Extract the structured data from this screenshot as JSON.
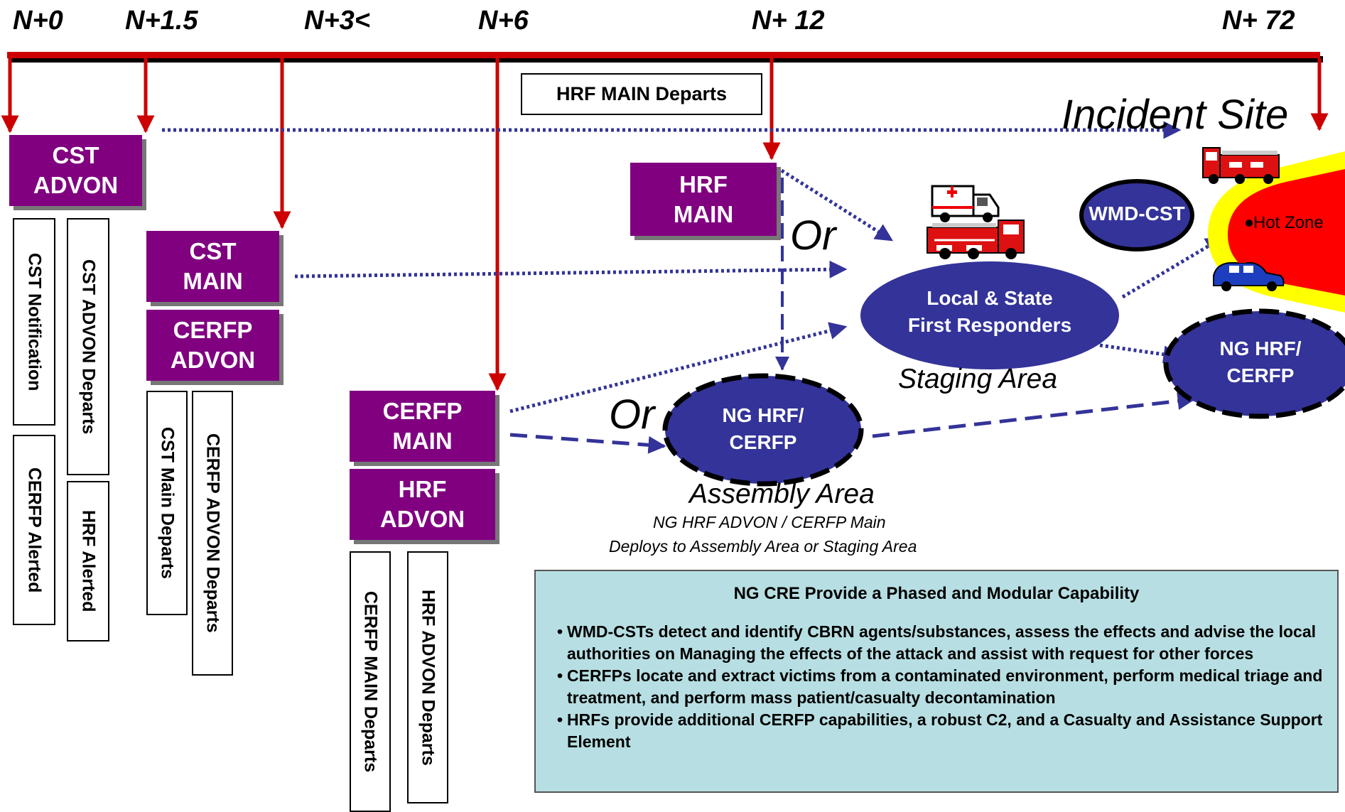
{
  "timeline": {
    "ticks": [
      "N+0",
      "N+1.5",
      "N+3<",
      "N+6",
      "N+ 12",
      "N+ 72"
    ]
  },
  "units": {
    "cst_advon": "CST\nADVON",
    "cst_main": "CST\nMAIN",
    "cerfp_advon": "CERFP\nADVON",
    "cerfp_main": "CERFP\nMAIN",
    "hrf_advon": "HRF\nADVON",
    "hrf_main": "HRF\nMAIN"
  },
  "events": {
    "cst_notification": "CST Notification",
    "cerfp_alerted": "CERFP Alerted",
    "cst_advon_departs": "CST ADVON Departs",
    "hrf_alerted": "HRF Alerted",
    "cst_main_departs": "CST Main Departs",
    "cerfp_advon_departs": "CERFP ADVON Departs",
    "cerfp_main_departs": "CERFP MAIN Departs",
    "hrf_advon_departs": "HRF ADVON Departs",
    "hrf_main_departs": "HRF MAIN Departs"
  },
  "areas": {
    "incident_site": "Incident Site",
    "staging_area": "Staging Area",
    "assembly_area": "Assembly Area",
    "assembly_note_line1": "NG HRF ADVON / CERFP Main",
    "assembly_note_line2": "Deploys to Assembly Area or Staging Area",
    "or": "Or",
    "hot_zone": "Hot Zone"
  },
  "nodes": {
    "local_state": "Local & State\nFirst Responders",
    "ng_hrf_cerfp": "NG HRF/\nCERFP",
    "wmd_cst": "WMD-CST"
  },
  "capability": {
    "title": "NG CRE Provide a Phased and Modular Capability",
    "bullets": [
      "WMD-CSTs detect and identify CBRN agents/substances, assess the effects and advise the local authorities on Managing the effects of the attack and assist with request for other forces",
      "CERFPs locate and extract victims from a contaminated environment, perform medical triage and treatment, and perform mass patient/casualty decontamination",
      "HRFs provide additional CERFP capabilities, a robust C2, and a Casualty and Assistance Support Element"
    ]
  },
  "colors": {
    "timeline_red": "#cc0000",
    "unit_purple": "#800080",
    "node_navy": "#333399",
    "hot_zone_red": "#ff0000",
    "hot_zone_yellow": "#ffff00",
    "panel_bg": "#b7dfe3"
  },
  "icons": [
    "ambulance-icon",
    "fire-truck-icon",
    "police-car-icon"
  ]
}
